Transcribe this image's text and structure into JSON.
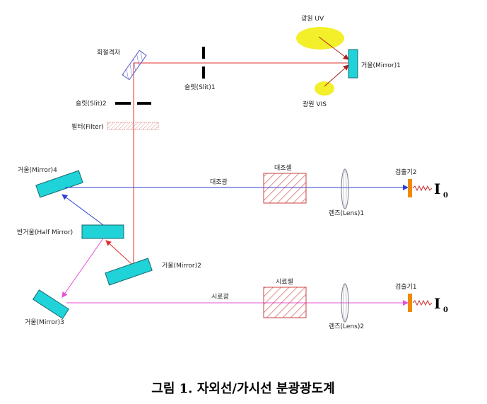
{
  "labels": {
    "source_uv": "광원 UV",
    "source_vis": "광원 VIS",
    "mirror1": "거울(Mirror)1",
    "grating": "회절격자",
    "slit1": "슬릿(Slit)1",
    "slit2": "슬릿(Slit)2",
    "filter": "필터(Filter)",
    "mirror4": "거울(Mirror)4",
    "reference_beam": "대조광",
    "reference_cell": "대조셀",
    "lens1": "렌즈(Lens)1",
    "detector2": "검출기2",
    "half_mirror": "반거울(Half Mirror)",
    "mirror2": "거울(Mirror)2",
    "mirror3": "거울(Mirror)3",
    "sample_beam": "시료광",
    "sample_cell": "시료셀",
    "lens2": "렌즈(Lens)2",
    "detector1": "검출기1",
    "intensity_symbol": "I",
    "intensity_subscript": "0"
  },
  "caption": "그림 1. 자외선/가시선 분광광도계",
  "colors": {
    "mirror_fill": "#1fd3d8",
    "source_fill": "#f3ef2a",
    "main_beam": "#e03030",
    "reference_beam": "#2b3fd8",
    "sample_beam": "#e64fd8",
    "detector": "#f08a00",
    "hatch": "#c84040",
    "grating_hatch": "#5a5ac8",
    "lens": "#7a7a8a"
  }
}
